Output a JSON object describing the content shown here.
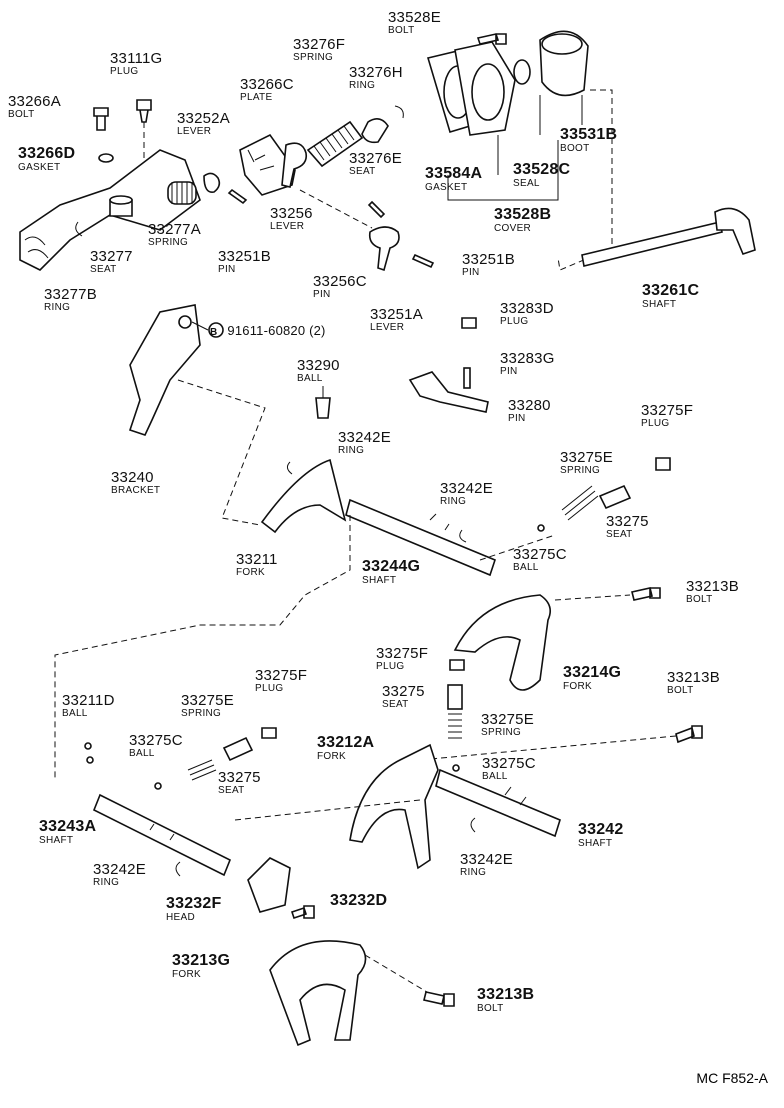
{
  "diagram_id": "MC F852-A",
  "labels": [
    {
      "key": "l01",
      "pn": "33528E",
      "name": "BOLT"
    },
    {
      "key": "l02",
      "pn": "33276F",
      "name": "SPRING"
    },
    {
      "key": "l03",
      "pn": "33111G",
      "name": "PLUG"
    },
    {
      "key": "l04",
      "pn": "33276H",
      "name": "RING"
    },
    {
      "key": "l05",
      "pn": "33266C",
      "name": "PLATE"
    },
    {
      "key": "l06",
      "pn": "33266A",
      "name": "BOLT"
    },
    {
      "key": "l07",
      "pn": "33252A",
      "name": "LEVER"
    },
    {
      "key": "l08",
      "pn": "33531B",
      "name": "BOOT"
    },
    {
      "key": "l09",
      "pn": "33266D",
      "name": "GASKET"
    },
    {
      "key": "l10",
      "pn": "33276E",
      "name": "SEAT"
    },
    {
      "key": "l11",
      "pn": "33584A",
      "name": "GASKET"
    },
    {
      "key": "l12",
      "pn": "33528C",
      "name": "SEAL"
    },
    {
      "key": "l13",
      "pn": "33528B",
      "name": "COVER"
    },
    {
      "key": "l14",
      "pn": "33256",
      "name": "LEVER"
    },
    {
      "key": "l15",
      "pn": "33277A",
      "name": "SPRING"
    },
    {
      "key": "l16",
      "pn": "33277",
      "name": "SEAT"
    },
    {
      "key": "l17",
      "pn": "33251B",
      "name": "PIN"
    },
    {
      "key": "l18",
      "pn": "33251B",
      "name": "PIN"
    },
    {
      "key": "l19",
      "pn": "33256C",
      "name": "PIN"
    },
    {
      "key": "l20",
      "pn": "33277B",
      "name": "RING"
    },
    {
      "key": "l21",
      "pn": "33261C",
      "name": "SHAFT"
    },
    {
      "key": "l22",
      "pn": "33251A",
      "name": "LEVER"
    },
    {
      "key": "l23",
      "pn": "33283D",
      "name": "PLUG"
    },
    {
      "key": "l24",
      "pn": "91611-60820 (2)",
      "name": ""
    },
    {
      "key": "l25",
      "pn": "33290",
      "name": "BALL"
    },
    {
      "key": "l26",
      "pn": "33283G",
      "name": "PIN"
    },
    {
      "key": "l27",
      "pn": "33280",
      "name": "PIN"
    },
    {
      "key": "l28",
      "pn": "33275F",
      "name": "PLUG"
    },
    {
      "key": "l29",
      "pn": "33242E",
      "name": "RING"
    },
    {
      "key": "l30",
      "pn": "33240",
      "name": "BRACKET"
    },
    {
      "key": "l31",
      "pn": "33275E",
      "name": "SPRING"
    },
    {
      "key": "l32",
      "pn": "33242E",
      "name": "RING"
    },
    {
      "key": "l33",
      "pn": "33275",
      "name": "SEAT"
    },
    {
      "key": "l34",
      "pn": "33211",
      "name": "FORK"
    },
    {
      "key": "l35",
      "pn": "33244G",
      "name": "SHAFT"
    },
    {
      "key": "l36",
      "pn": "33275C",
      "name": "BALL"
    },
    {
      "key": "l37",
      "pn": "33213B",
      "name": "BOLT"
    },
    {
      "key": "l38",
      "pn": "33275F",
      "name": "PLUG"
    },
    {
      "key": "l39",
      "pn": "33214G",
      "name": "FORK"
    },
    {
      "key": "l40",
      "pn": "33275",
      "name": "SEAT"
    },
    {
      "key": "l41",
      "pn": "33213B",
      "name": "BOLT"
    },
    {
      "key": "l42",
      "pn": "33275F",
      "name": "PLUG"
    },
    {
      "key": "l43",
      "pn": "33275E",
      "name": "SPRING"
    },
    {
      "key": "l44",
      "pn": "33211D",
      "name": "BALL"
    },
    {
      "key": "l45",
      "pn": "33275E",
      "name": "SPRING"
    },
    {
      "key": "l46",
      "pn": "33212A",
      "name": "FORK"
    },
    {
      "key": "l47",
      "pn": "33275C",
      "name": "BALL"
    },
    {
      "key": "l48",
      "pn": "33275C",
      "name": "BALL"
    },
    {
      "key": "l49",
      "pn": "33275",
      "name": "SEAT"
    },
    {
      "key": "l50",
      "pn": "33243A",
      "name": "SHAFT"
    },
    {
      "key": "l51",
      "pn": "33242",
      "name": "SHAFT"
    },
    {
      "key": "l52",
      "pn": "33242E",
      "name": "RING"
    },
    {
      "key": "l53",
      "pn": "33242E",
      "name": "RING"
    },
    {
      "key": "l54",
      "pn": "33232F",
      "name": "HEAD"
    },
    {
      "key": "l55",
      "pn": "33232D",
      "name": ""
    },
    {
      "key": "l56",
      "pn": "33213G",
      "name": "FORK"
    },
    {
      "key": "l57",
      "pn": "33213B",
      "name": "BOLT"
    }
  ],
  "circle_marker": "B"
}
